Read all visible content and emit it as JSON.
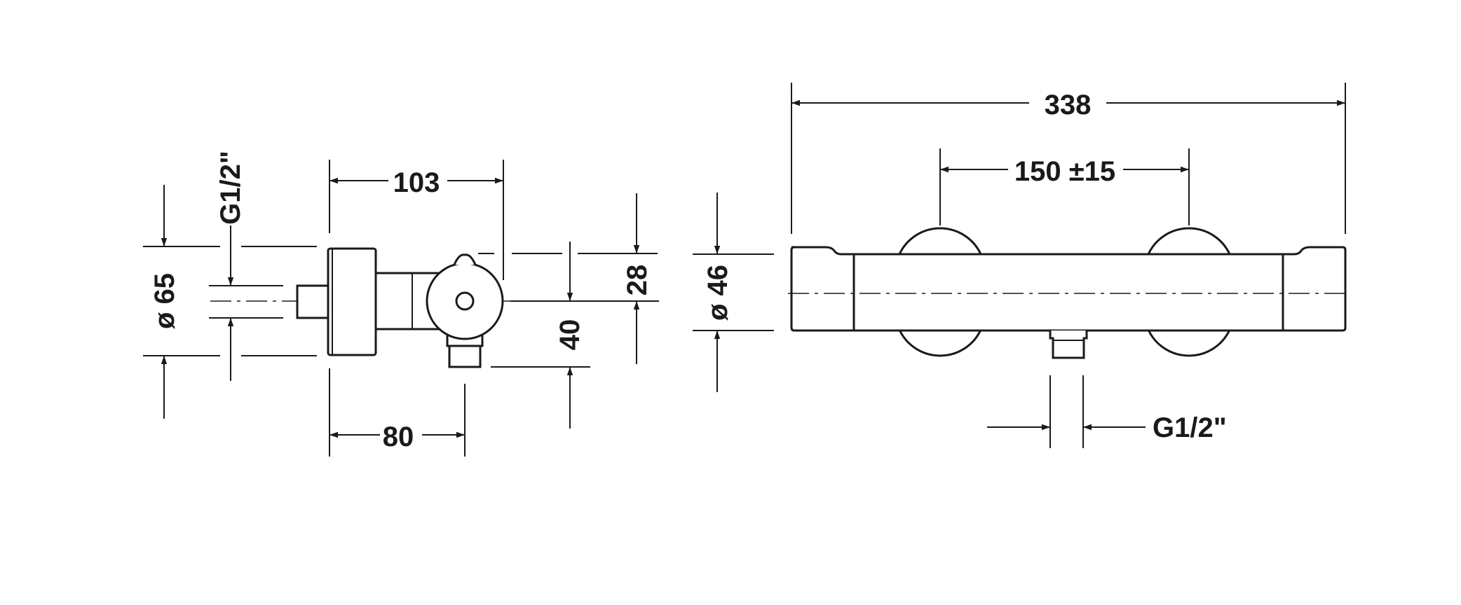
{
  "left_view": {
    "dim_overall_length": "103",
    "dim_body_length": "80",
    "dim_diameter": "ø 65",
    "dim_inlet_thread": "G1/2\"",
    "dim_height_lower": "40",
    "dim_height_upper": "28"
  },
  "front_view": {
    "dim_total_length": "338",
    "dim_inlet_spacing": "150 ±15",
    "dim_diameter": "ø 46",
    "dim_outlet_thread": "G1/2\""
  },
  "colors": {
    "line": "#1a1a1a",
    "background": "#ffffff"
  }
}
